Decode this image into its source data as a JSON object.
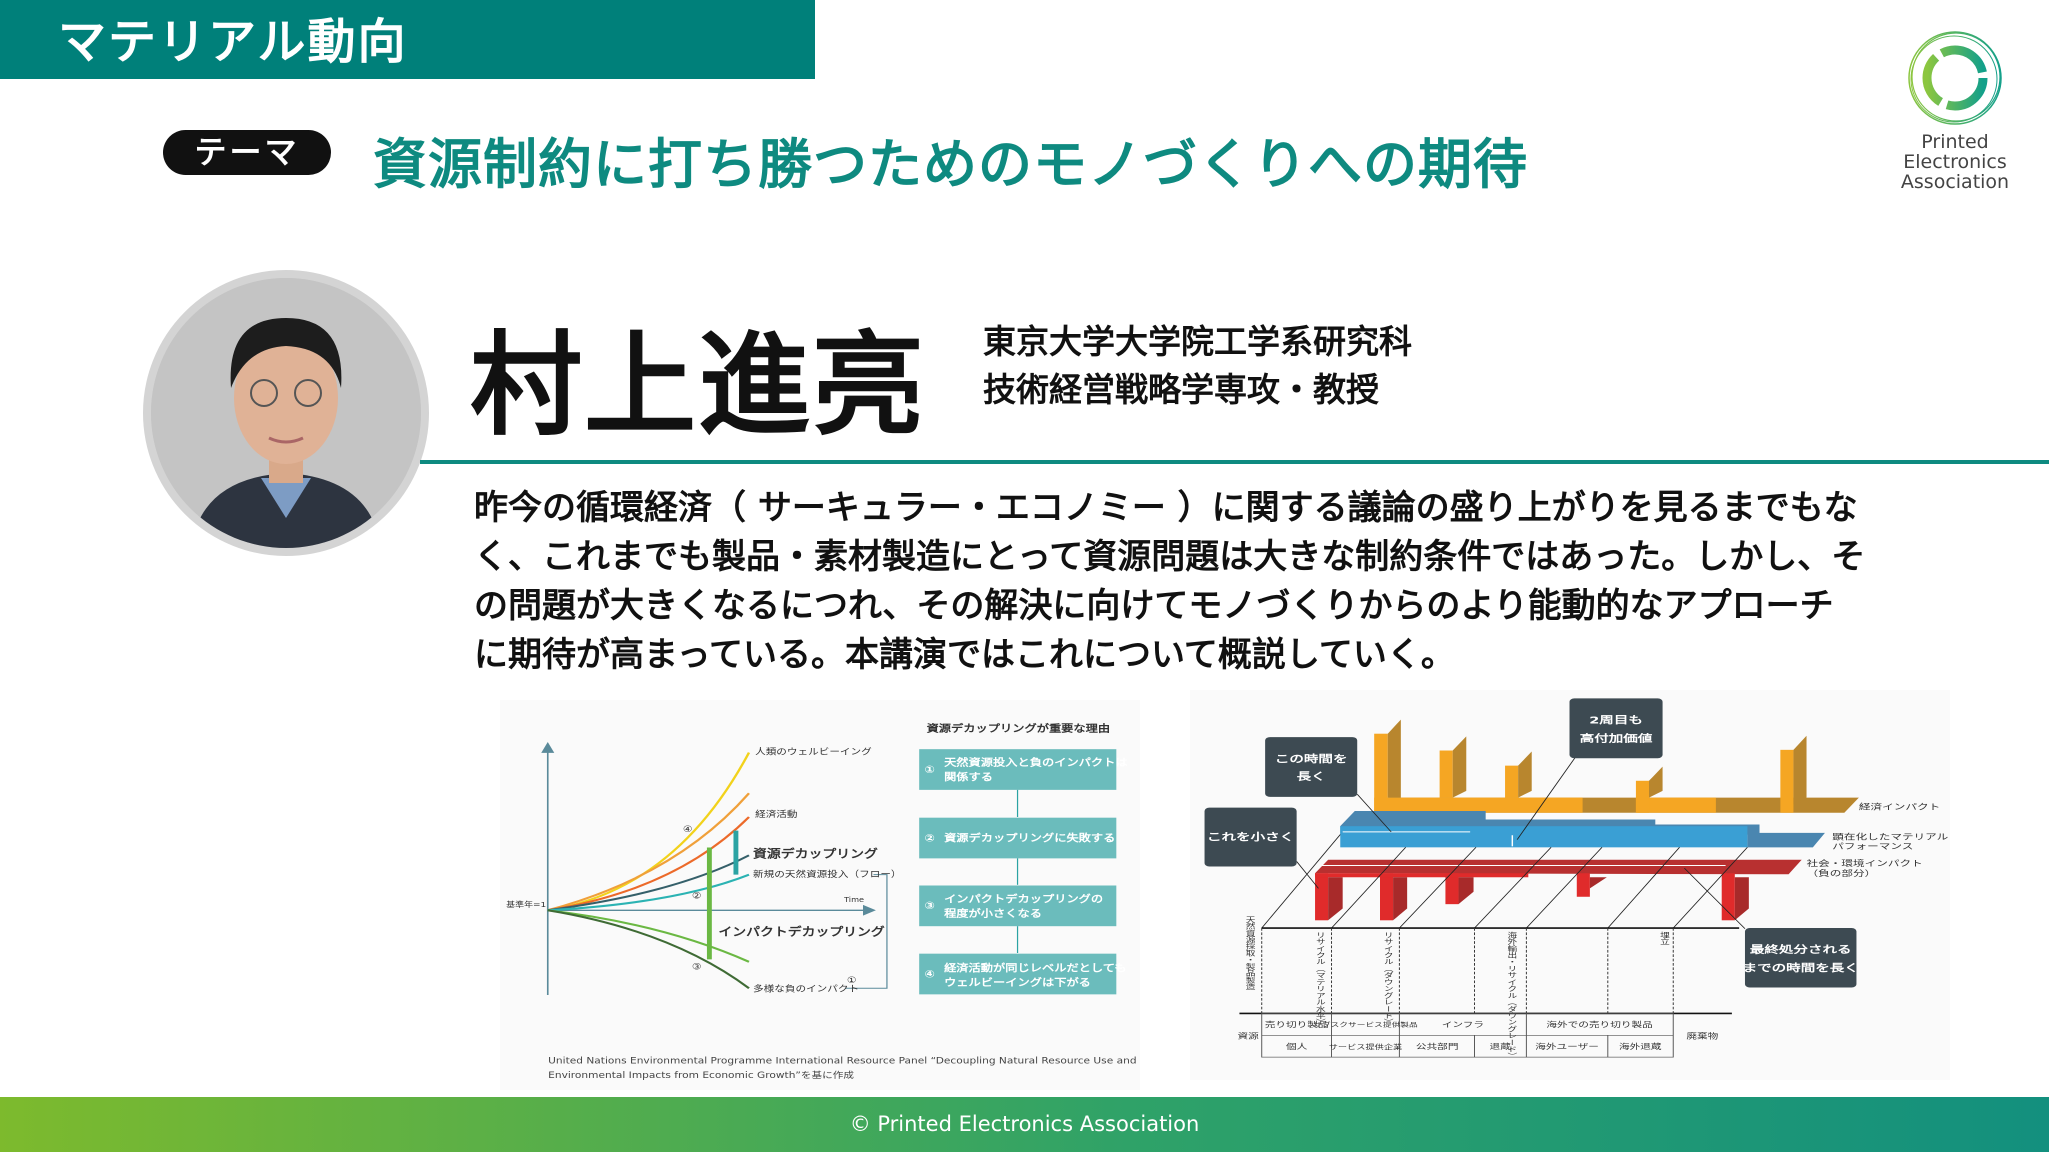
{
  "header": {
    "section_title": "マテリアル動向"
  },
  "theme": {
    "label": "テーマ",
    "title": "資源制約に打ち勝つためのモノづくりへの期待"
  },
  "logo": {
    "lines": [
      "Printed",
      "Electronics",
      "Association"
    ]
  },
  "speaker": {
    "name": "村上進亮",
    "affiliation": [
      "東京大学大学院工学系研究科",
      "技術経営戦略学専攻・教授"
    ]
  },
  "abstract": {
    "lines": [
      "昨今の循環経済（ サーキュラー・エコノミー ）に関する議論の盛り上がりを見るまでもな",
      "く、これまでも製品・素材製造にとって資源問題は大きな制約条件ではあった。しかし、そ",
      "の問題が大きくなるにつれ、その解決に向けてモノづくりからのより能動的なアプローチ",
      "に期待が高まっている。本講演ではこれについて概説していく。"
    ]
  },
  "figure_left": {
    "labels": {
      "wellbeing": "人類のウェルビーイング",
      "economy": "経済活動",
      "resource_decoupling": "資源デカップリング",
      "new_input": "新規の天然資源投入（フロー）",
      "time": "Time",
      "baseline": "基準年=1",
      "impact_decoupling": "インパクトデカップリング",
      "negative_impact": "多様な負のインパクト"
    },
    "markers": [
      "①",
      "②",
      "③",
      "④"
    ],
    "reasons_title": "資源デカップリングが重要な理由",
    "reasons": [
      [
        "①",
        "天然資源投入と負のインパクトは",
        "関係する"
      ],
      [
        "②",
        "資源デカップリングに失敗する",
        ""
      ],
      [
        "③",
        "インパクトデカップリングの",
        "程度が小さくなる"
      ],
      [
        "④",
        "経済活動が同じレベルだとしても",
        "ウェルビーイングは下がる"
      ]
    ],
    "caption": [
      "United Nations Environmental Programme International Resource Panel “Decoupling Natural Resource Use and",
      "Environmental Impacts from Economic Growth”を基に作成"
    ],
    "colors": {
      "yellow": "#f2d21b",
      "orange": "#f0a03a",
      "red_orange": "#ec6a2a",
      "dark_teal": "#35606a",
      "teal": "#2bb3b3",
      "green": "#6bb843",
      "dark_green": "#3f6b35",
      "box": "#6bbcbc"
    }
  },
  "figure_right": {
    "callouts": {
      "shorten": "この時間を|長く",
      "reduce": "これを小さく",
      "second_cycle": "2周目も|高付加価値",
      "extend": "最終処分される|までの時間を長く"
    },
    "layer_labels": {
      "economic": "経済インパクト",
      "material": [
        "顕在化したマテリアル",
        "パフォーマンス"
      ],
      "social": [
        "社会・環境インパクト",
        "（負の部分）"
      ]
    },
    "stages": [
      "天然資源採取・製品製造",
      "リサイクル（マテリアル水平）",
      "リサイクル（ダウングレード）",
      "海外輸出・リサイクル（ダウングレード）",
      "埋立"
    ],
    "table": {
      "left": "資源",
      "right": "廃棄物",
      "row1": [
        "売り切り製品",
        "サブスクサービス提供製品",
        "インフラ",
        "海外での売り切り製品"
      ],
      "row2": [
        "個人",
        "サービス提供企業",
        "公共部門",
        "退蔵",
        "海外ユーザー",
        "海外退蔵"
      ]
    },
    "colors": {
      "gold": "#f5a623",
      "gold_dark": "#b8862e",
      "blue": "#3a9fd4",
      "blue_dark": "#4a86b0",
      "red": "#e02b2b",
      "red_dark": "#a82a2a",
      "callout": "#3d4a52"
    }
  },
  "footer": {
    "copyright": "© Printed Electronics Association"
  }
}
